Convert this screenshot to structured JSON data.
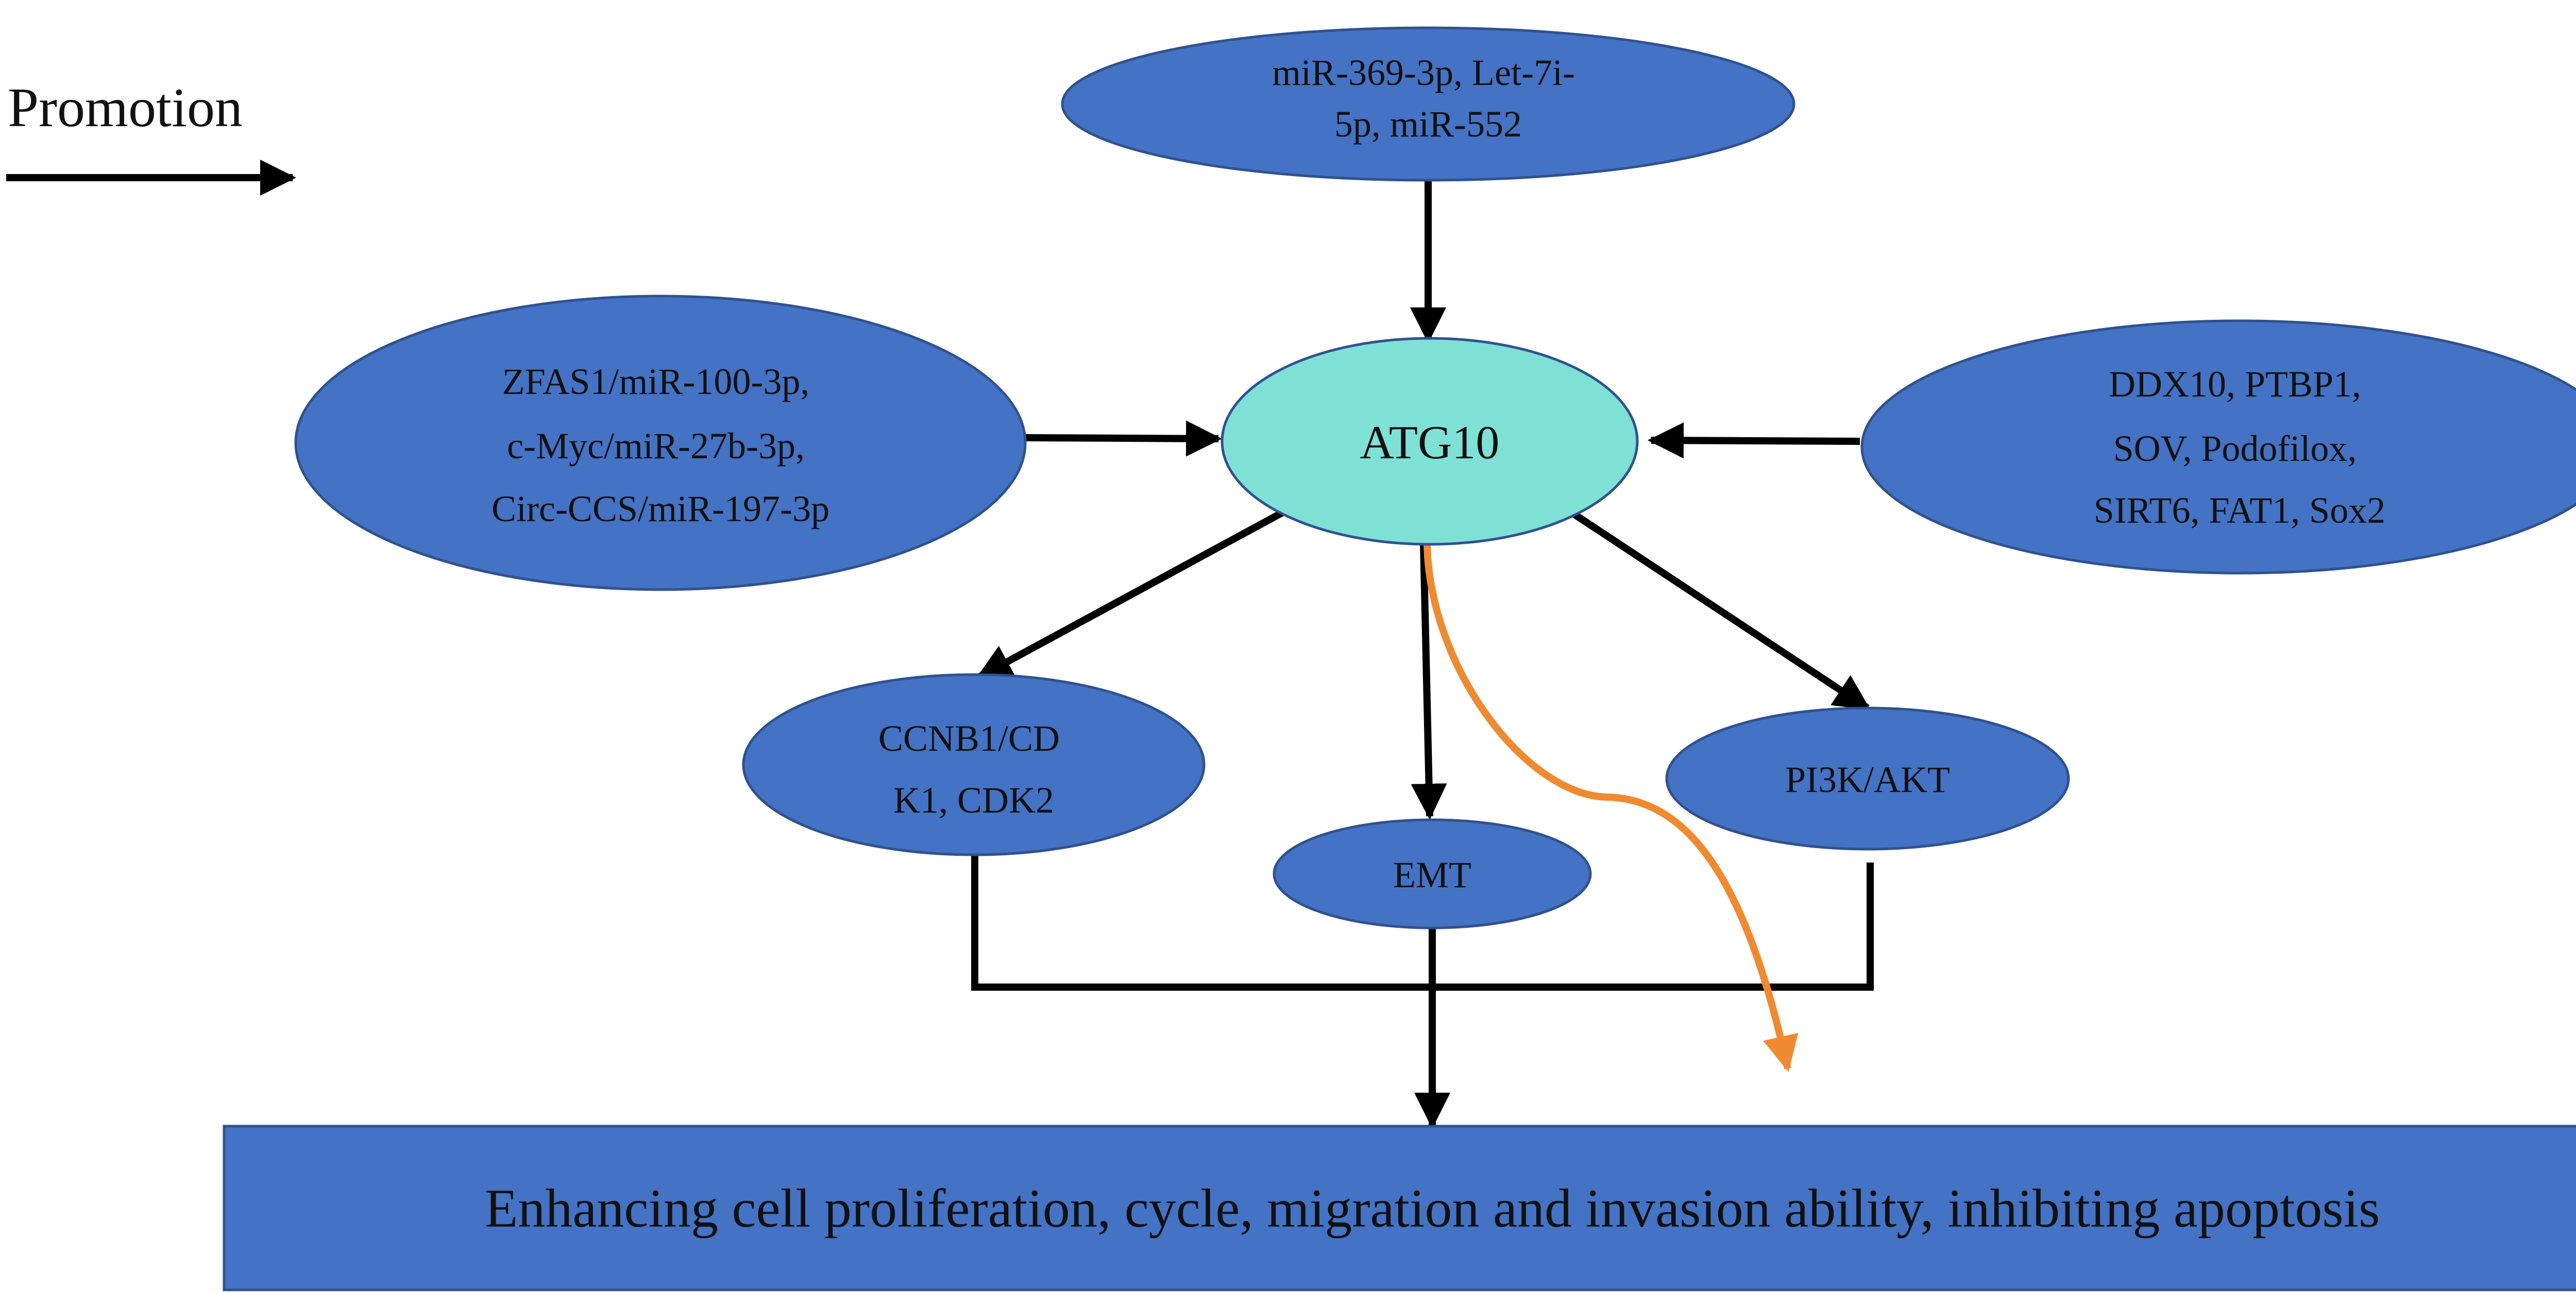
{
  "legend": {
    "label": "Promotion"
  },
  "colors": {
    "node_fill": "#4472C4",
    "node_stroke": "#2F528F",
    "center_fill": "#7FE0D6",
    "center_stroke": "#2F528F",
    "arrow": "#000000",
    "highlight_arrow": "#F08A30",
    "outcome_fill": "#4472C4"
  },
  "nodes": {
    "top": [
      "miR-369-3p, Let-7i-",
      "5p, miR-552"
    ],
    "left": [
      "ZFAS1/miR-100-3p,",
      "c-Myc/miR-27b-3p,",
      "Circ-CCS/miR-197-3p"
    ],
    "right": [
      "DDX10, PTBP1,",
      "SOV, Podofilox,",
      "SIRT6, FAT1, Sox2"
    ],
    "center": "ATG10",
    "ccnb1": [
      "CCNB1/CD",
      "K1, CDK2"
    ],
    "emt": "EMT",
    "pi3k": "PI3K/AKT"
  },
  "outcome": {
    "text": "Enhancing cell proliferation, cycle, migration and invasion ability, inhibiting apoptosis"
  }
}
